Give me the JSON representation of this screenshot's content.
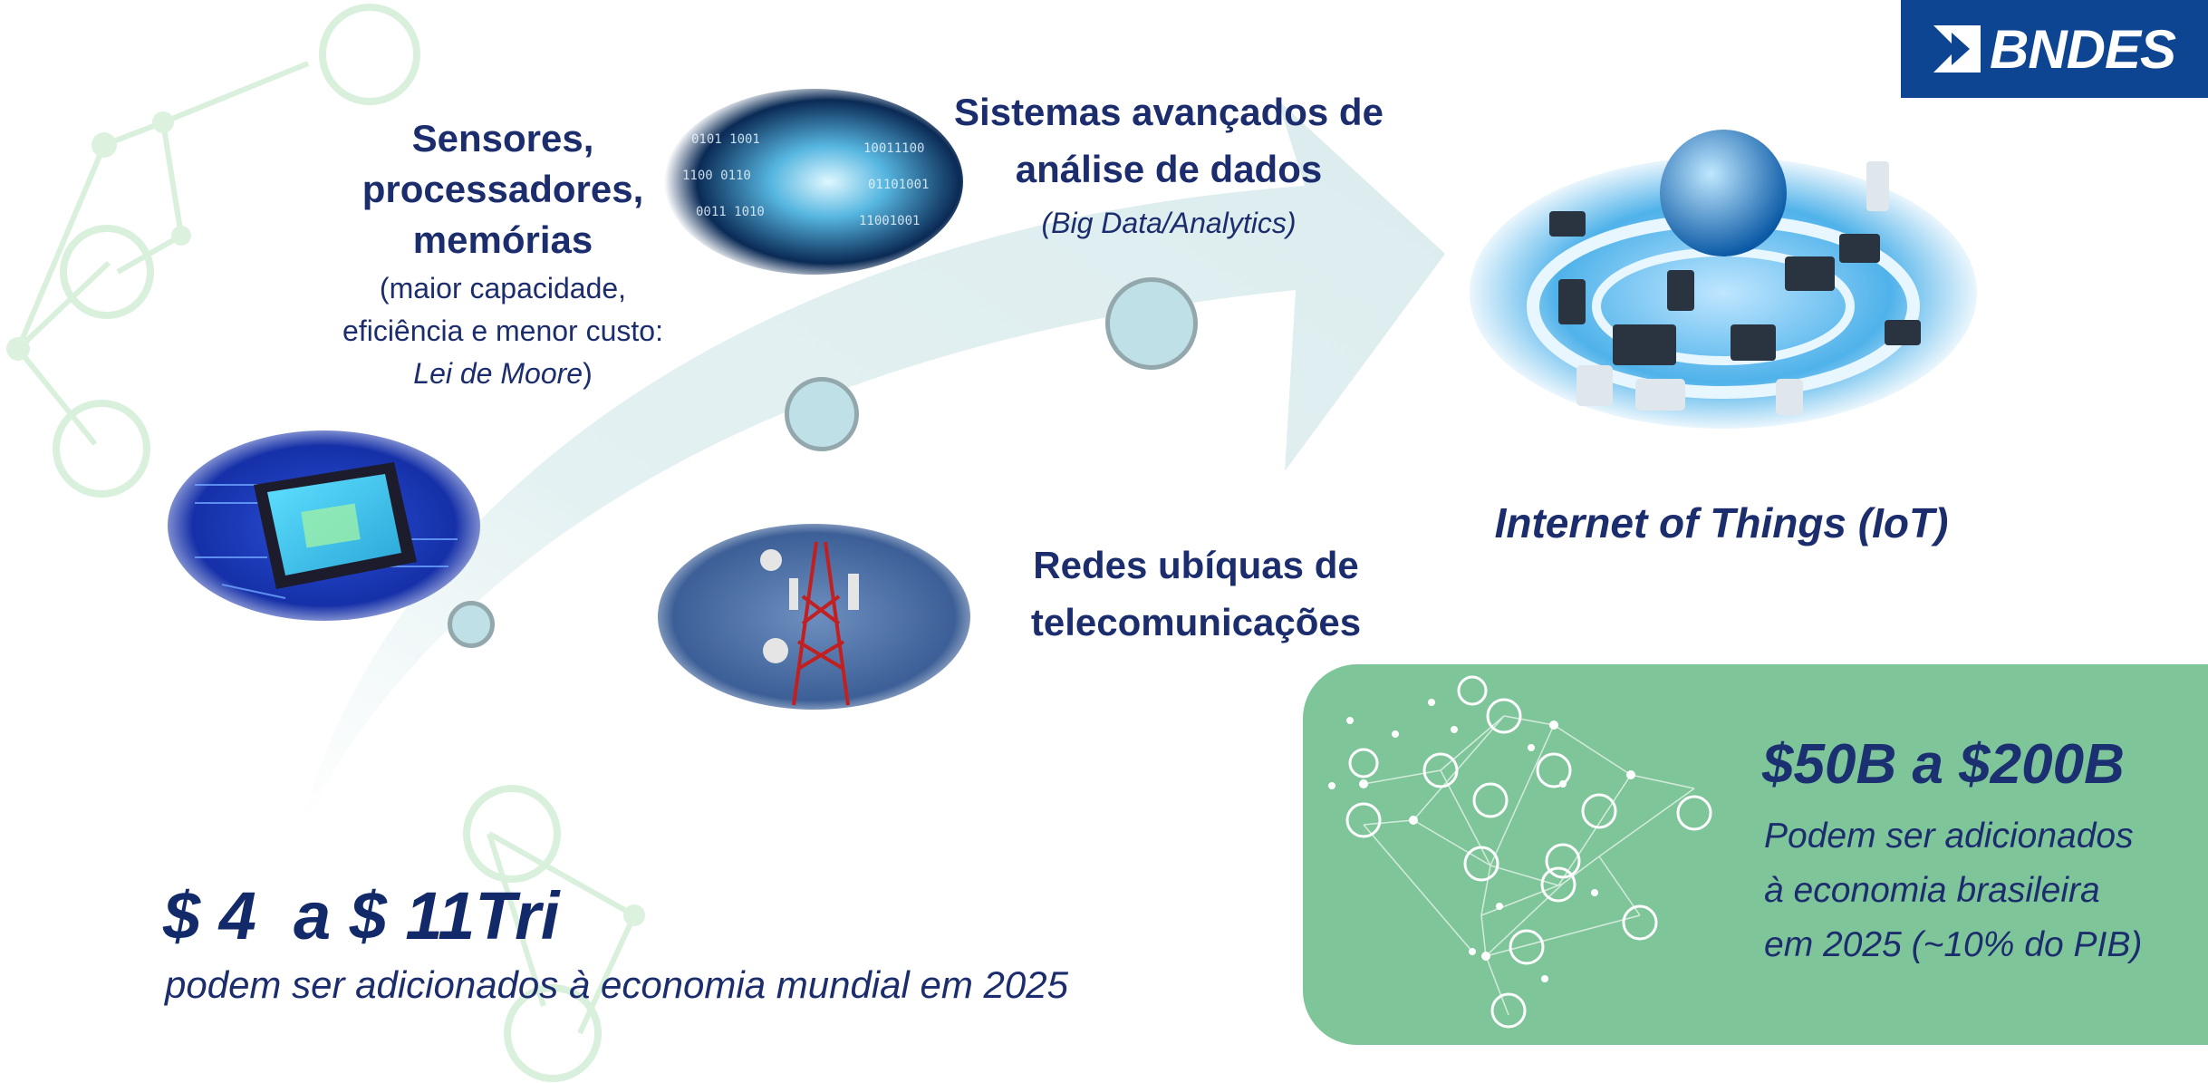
{
  "logo": {
    "text": "BNDES"
  },
  "sensors": {
    "title_lines": [
      "Sensores,",
      "processadores,",
      "memórias"
    ],
    "note_lines": [
      "(maior capacidade,",
      "eficiência e menor custo:"
    ],
    "note_italic": "Lei de Moore",
    "note_close": ")"
  },
  "analytics": {
    "title_lines": [
      "Sistemas avançados de",
      "análise de dados"
    ],
    "subtitle": "(Big Data/Analytics)"
  },
  "networks": {
    "title_lines": [
      "Redes ubíquas de",
      "telecomunicações"
    ]
  },
  "iot": {
    "title": "Internet of Things (IoT)"
  },
  "world": {
    "value": "$ 4  a $ 11Tri",
    "caption": "podem ser adicionados à economia mundial em 2025"
  },
  "brazil": {
    "value": "$50B a $200B",
    "caption_lines": [
      "Podem ser adicionados",
      "à economia brasileira",
      "em 2025 (~10% do PIB)"
    ]
  },
  "colors": {
    "accent": "#1c2d6e",
    "panel_green": "#7fc59a",
    "logo_blue": "#0d4592",
    "arrow_fill": "#e6f2f3"
  }
}
